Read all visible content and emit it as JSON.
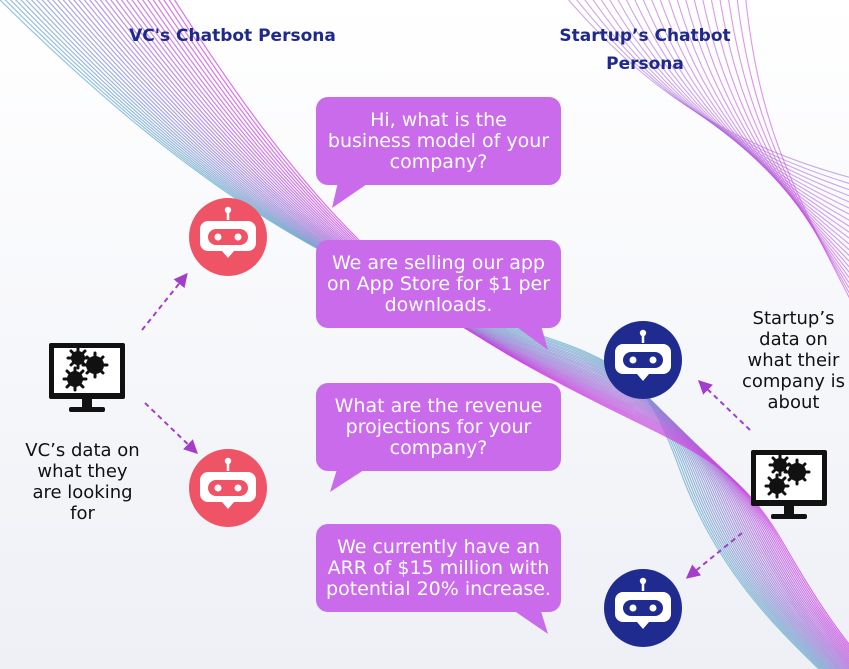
{
  "headings": {
    "vc": "VC's Chatbot Persona",
    "startup_line1": "Startup’s Chatbot",
    "startup_line2": "Persona"
  },
  "bubbles": [
    {
      "lines": [
        "Hi, what is the",
        "business model of your",
        "company?"
      ]
    },
    {
      "lines": [
        "We are selling our app",
        "on App Store for $1 per",
        "downloads."
      ]
    },
    {
      "lines": [
        "What are the revenue",
        "projections for your",
        "company?"
      ]
    },
    {
      "lines": [
        "We currently have an",
        "ARR of $15 million with",
        "potential 20% increase."
      ]
    }
  ],
  "vc_data": {
    "lines": [
      "VC’s data on",
      "what they",
      "are looking",
      "for"
    ]
  },
  "startup_data": {
    "lines": [
      "Startup’s",
      "data on",
      "what their",
      "company is",
      "about"
    ]
  },
  "colors": {
    "vc_bot": "#ef5466",
    "startup_bot": "#1f2b8f",
    "bubble": "#c96bea",
    "arrow": "#a23ec9",
    "heading": "#1e2a8a"
  },
  "icons": {
    "vc_bot": "robot-icon",
    "startup_bot": "robot-icon",
    "vc_monitor": "monitor-gears-icon",
    "startup_monitor": "monitor-gears-icon"
  }
}
